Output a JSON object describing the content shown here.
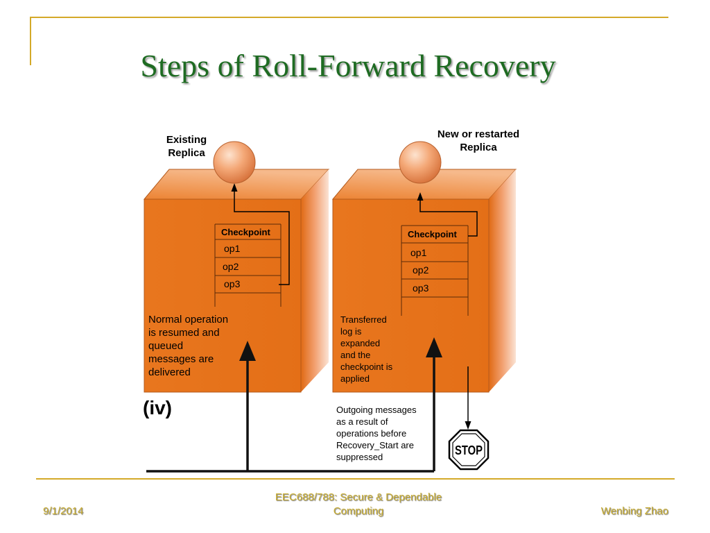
{
  "slide": {
    "title": "Steps of Roll-Forward Recovery",
    "stage_label": "(iv)"
  },
  "left_replica": {
    "label_line1": "Existing",
    "label_line2": "Replica",
    "log": {
      "header": "Checkpoint",
      "rows": [
        "op1",
        "op2",
        "op3"
      ]
    },
    "description": [
      "Normal operation",
      "is resumed and",
      "queued",
      "messages are",
      "delivered"
    ]
  },
  "right_replica": {
    "label_line1": "New or restarted",
    "label_line2": "Replica",
    "log": {
      "header": "Checkpoint",
      "rows": [
        "op1",
        "op2",
        "op3"
      ]
    },
    "description": [
      "Transferred",
      "log is",
      "expanded",
      "and the",
      "checkpoint is",
      "applied"
    ]
  },
  "outgoing_note": [
    "Outgoing messages",
    "as a result of",
    "operations before",
    "Recovery_Start are",
    "suppressed"
  ],
  "stop_sign": {
    "text": "STOP"
  },
  "colors": {
    "title": "#1e6b22",
    "accent_line": "#d4a928",
    "box_front": "#e8761e",
    "box_top": "#f09a55",
    "footer_text": "#c8ac2e"
  },
  "footer": {
    "date": "9/1/2014",
    "course_line1": "EEC688/788: Secure & Dependable",
    "course_line2": "Computing",
    "author": "Wenbing Zhao"
  }
}
